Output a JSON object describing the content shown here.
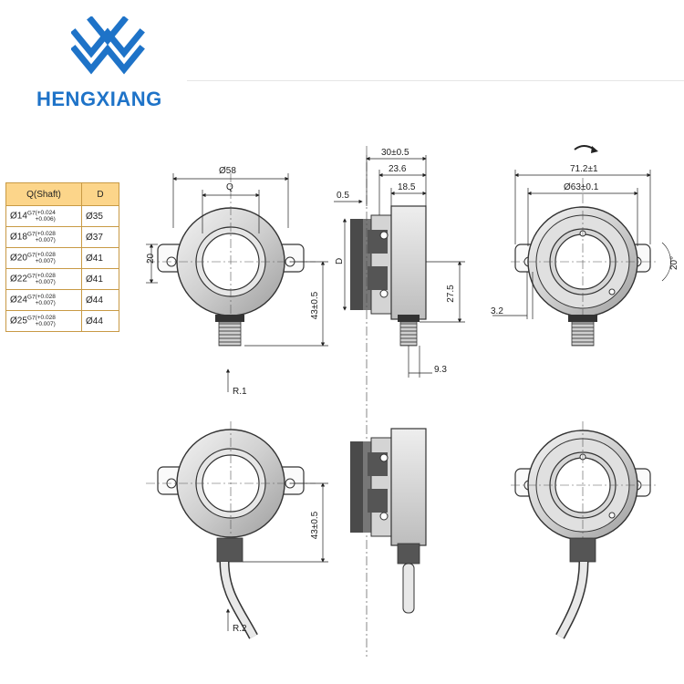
{
  "brand": {
    "name": "HENGXIANG",
    "logo_icon": "hengxiang-woven-x-logo",
    "colors": {
      "brand_blue": "#1e73c8",
      "table_header": "#fcd58a",
      "table_border": "#c89a45"
    }
  },
  "shaft_table": {
    "headers": [
      "Q(Shaft)",
      "D"
    ],
    "rows": [
      {
        "q": "Ø14",
        "grade": "G7",
        "tol_upper": "(+0.024",
        "tol_lower": "+0.006)",
        "d": "Ø35"
      },
      {
        "q": "Ø18",
        "grade": "G7",
        "tol_upper": "(+0.028",
        "tol_lower": "+0.007)",
        "d": "Ø37"
      },
      {
        "q": "Ø20",
        "grade": "G7",
        "tol_upper": "(+0.028",
        "tol_lower": "+0.007)",
        "d": "Ø41"
      },
      {
        "q": "Ø22",
        "grade": "G7",
        "tol_upper": "(+0.028",
        "tol_lower": "+0.007)",
        "d": "Ø41"
      },
      {
        "q": "Ø24",
        "grade": "G7",
        "tol_upper": "(+0.028",
        "tol_lower": "+0.007)",
        "d": "Ø44"
      },
      {
        "q": "Ø25",
        "grade": "G7",
        "tol_upper": "(+0.028",
        "tol_lower": "+0.007)",
        "d": "Ø44"
      }
    ]
  },
  "dimensions": {
    "front": {
      "outer_dia": "Ø58",
      "shaft": "Q",
      "lug": "20",
      "height": "43±0.5"
    },
    "side": {
      "total": "30±0.5",
      "mid": "23.6",
      "body": "18.5",
      "offset": "0.5",
      "bore": "D",
      "connector_height": "27.5",
      "connector_offset": "9.3"
    },
    "rear": {
      "span": "71.2±1",
      "housing_dia": "Ø63±0.1",
      "angle": "20°",
      "lug_thickness": "3.2"
    },
    "front_r2": {
      "height": "43±0.5"
    }
  },
  "variants": {
    "r1": "R.1",
    "r2": "R.2"
  }
}
